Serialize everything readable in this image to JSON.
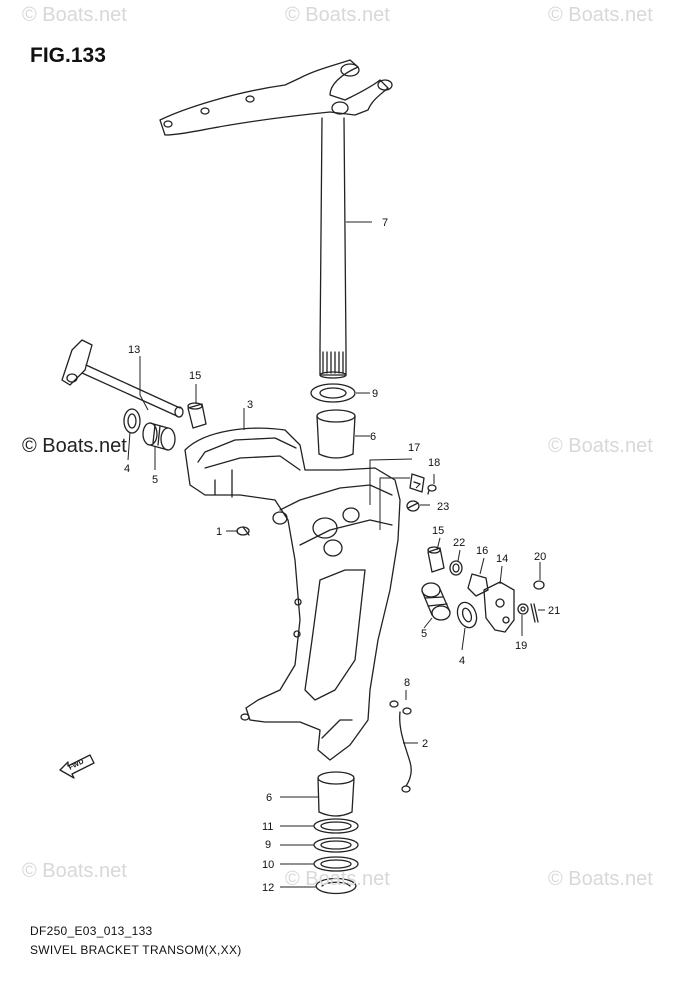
{
  "figure": {
    "title": "FIG.133",
    "drawing_code": "DF250_E03_013_133",
    "caption": "SWIVEL BRACKET TRANSOM(X,XX)",
    "fwd_label": "FWD"
  },
  "watermarks": {
    "text": "© Boats.net"
  },
  "callouts": [
    "1",
    "2",
    "3",
    "4",
    "4",
    "5",
    "5",
    "6",
    "6",
    "7",
    "8",
    "9",
    "9",
    "10",
    "11",
    "12",
    "13",
    "14",
    "15",
    "15",
    "16",
    "17",
    "18",
    "19",
    "20",
    "21",
    "22",
    "23"
  ]
}
